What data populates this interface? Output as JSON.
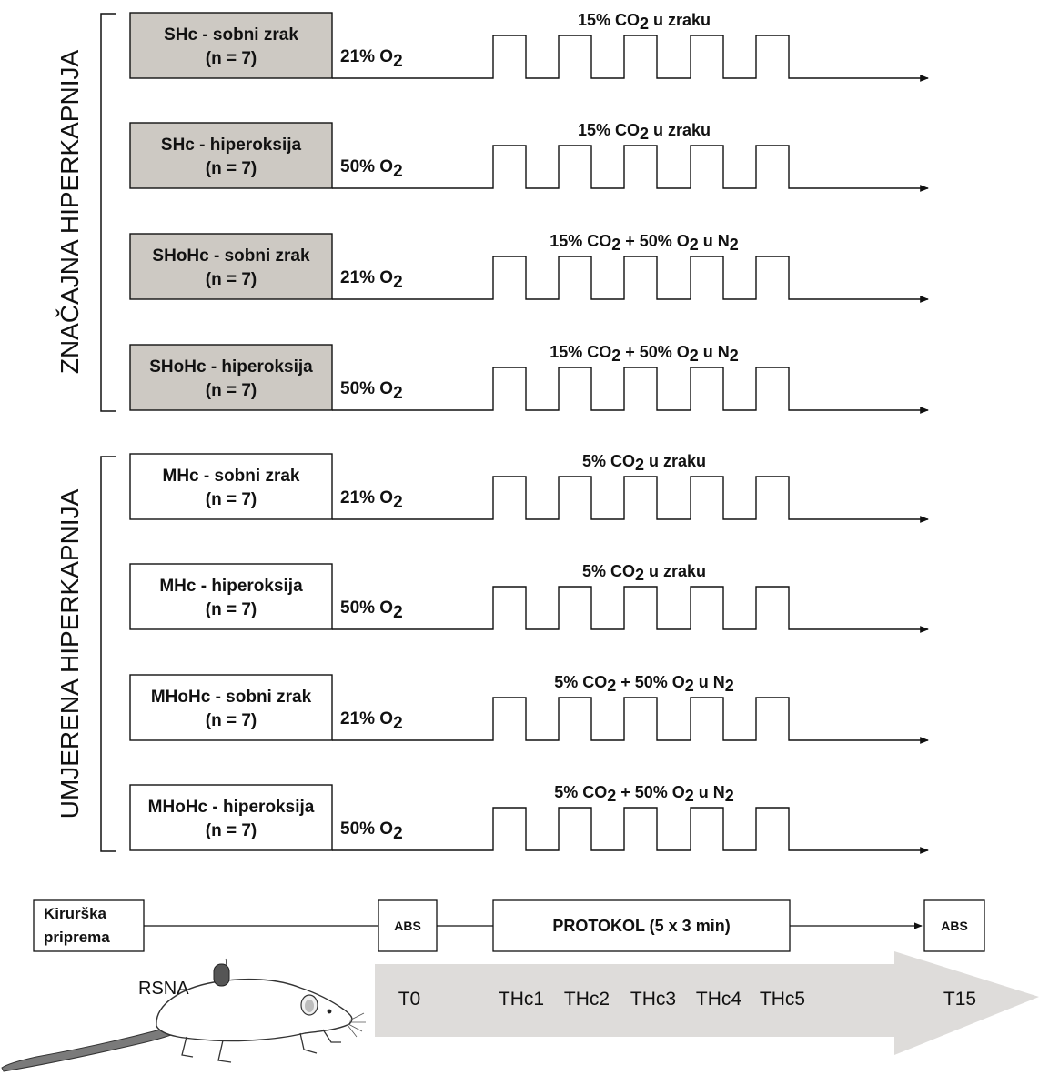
{
  "colors": {
    "shaded_box": "#cdc9c3",
    "line": "#111111",
    "timeline_arrow": "#dedcda"
  },
  "sections": [
    {
      "title": "ZNAČAJNA HIPERKAPNIJA",
      "shaded": true,
      "rows": [
        {
          "group": "SHc - sobni zrak",
          "n": "(n = 7)",
          "o2": "21% O",
          "o2_sub": "2",
          "gas": [
            [
              "15% CO",
              ""
            ],
            [
              "2",
              "sub"
            ],
            [
              " u zraku",
              ""
            ]
          ]
        },
        {
          "group": "SHc - hiperoksija",
          "n": "(n = 7)",
          "o2": "50% O",
          "o2_sub": "2",
          "gas": [
            [
              "15% CO",
              ""
            ],
            [
              "2",
              "sub"
            ],
            [
              " u zraku",
              ""
            ]
          ]
        },
        {
          "group": "SHoHc - sobni zrak",
          "n": "(n = 7)",
          "o2": "21% O",
          "o2_sub": "2",
          "gas": [
            [
              "15% CO",
              ""
            ],
            [
              "2",
              "sub"
            ],
            [
              " + 50% O",
              ""
            ],
            [
              "2",
              "sub"
            ],
            [
              " u N",
              ""
            ],
            [
              "2",
              "sub"
            ]
          ]
        },
        {
          "group": "SHoHc - hiperoksija",
          "n": "(n = 7)",
          "o2": "50% O",
          "o2_sub": "2",
          "gas": [
            [
              "15% CO",
              ""
            ],
            [
              "2",
              "sub"
            ],
            [
              " + 50% O",
              ""
            ],
            [
              "2",
              "sub"
            ],
            [
              " u N",
              ""
            ],
            [
              "2",
              "sub"
            ]
          ]
        }
      ]
    },
    {
      "title": "UMJERENA HIPERKAPNIJA",
      "shaded": false,
      "rows": [
        {
          "group": "MHc - sobni zrak",
          "n": "(n = 7)",
          "o2": "21% O",
          "o2_sub": "2",
          "gas": [
            [
              "5% CO",
              ""
            ],
            [
              "2",
              "sub"
            ],
            [
              " u zraku",
              ""
            ]
          ]
        },
        {
          "group": "MHc - hiperoksija",
          "n": "(n = 7)",
          "o2": "50% O",
          "o2_sub": "2",
          "gas": [
            [
              "5% CO",
              ""
            ],
            [
              "2",
              "sub"
            ],
            [
              " u zraku",
              ""
            ]
          ]
        },
        {
          "group": "MHoHc - sobni zrak",
          "n": "(n = 7)",
          "o2": "21% O",
          "o2_sub": "2",
          "gas": [
            [
              "5% CO",
              ""
            ],
            [
              "2",
              "sub"
            ],
            [
              " + 50% O",
              ""
            ],
            [
              "2",
              "sub"
            ],
            [
              " u N",
              ""
            ],
            [
              "2",
              "sub"
            ]
          ]
        },
        {
          "group": "MHoHc - hiperoksija",
          "n": "(n = 7)",
          "o2": "50% O",
          "o2_sub": "2",
          "gas": [
            [
              "5% CO",
              ""
            ],
            [
              "2",
              "sub"
            ],
            [
              " + 50% O",
              ""
            ],
            [
              "2",
              "sub"
            ],
            [
              " u N",
              ""
            ],
            [
              "2",
              "sub"
            ]
          ]
        }
      ]
    }
  ],
  "timeline": {
    "prep_line1": "Kirurška",
    "prep_line2": "priprema",
    "abs_start": "ABS",
    "protocol": "PROTOKOL (5 x 3 min)",
    "abs_end": "ABS",
    "rsna": "RSNA",
    "timepoints": [
      "T0",
      "THc1",
      "THc2",
      "THc3",
      "THc4",
      "THc5",
      "T15"
    ]
  }
}
